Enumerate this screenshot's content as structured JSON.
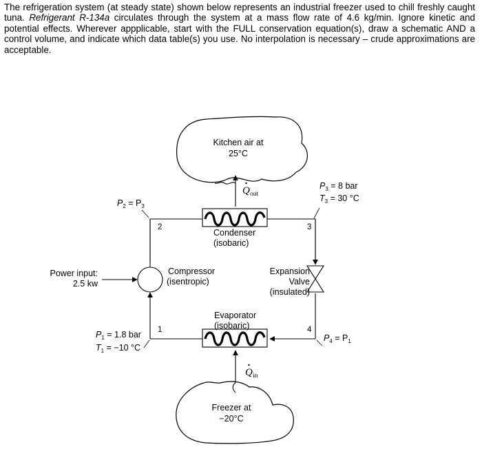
{
  "problem": {
    "part1": "The refrigeration system (at steady state) shown below represents an industrial freezer used to chill freshly caught tuna. ",
    "part2_italic": "Refrigerant R-134a",
    "part3": " circulates through the system at a mass flow rate of 4.6 kg/min. Ignore kinetic and potential effects. Wherever appplicable, start with the FULL conservation equation(s), draw a schematic AND a control volume, and indicate which data table(s) you use. No interpolation is necessary – crude approximations are acceptable."
  },
  "diagram": {
    "kitchen": {
      "line1": "Kitchen air at",
      "line2": "25°C"
    },
    "freezer": {
      "line1": "Freezer at",
      "line2": "−20°C"
    },
    "q_out": {
      "symbol": "Q",
      "subscript": "out"
    },
    "q_in": {
      "symbol": "Q",
      "subscript": "in"
    },
    "condenser": {
      "line1": "Condenser",
      "line2": "(isobaric)"
    },
    "evaporator": {
      "line1": "Evaporator",
      "line2": "(isobaric)"
    },
    "compressor": {
      "line1": "Compressor",
      "line2": "(isentropic)"
    },
    "valve": {
      "line1": "Expansion",
      "line2": "Valve",
      "line3": "(insulated)"
    },
    "power": {
      "line1": "Power input:",
      "line2": "2.5 kw"
    },
    "states": {
      "s1": "1",
      "s2": "2",
      "s3": "3",
      "s4": "4"
    },
    "state2": {
      "p": "P",
      "p_sub": "2",
      "eq": " = P",
      "eq_sub": "3"
    },
    "state3": {
      "p": "P",
      "p_sub": "3",
      "p_val": " = 8 bar",
      "t": "T",
      "t_sub": "3",
      "t_val": " = 30 °C"
    },
    "state1": {
      "p": "P",
      "p_sub": "1",
      "p_val": " = 1.8 bar",
      "t": "T",
      "t_sub": "1",
      "t_val": " = −10 °C"
    },
    "state4": {
      "p": "P",
      "p_sub": "4",
      "eq": " = P",
      "eq_sub": "1"
    }
  }
}
